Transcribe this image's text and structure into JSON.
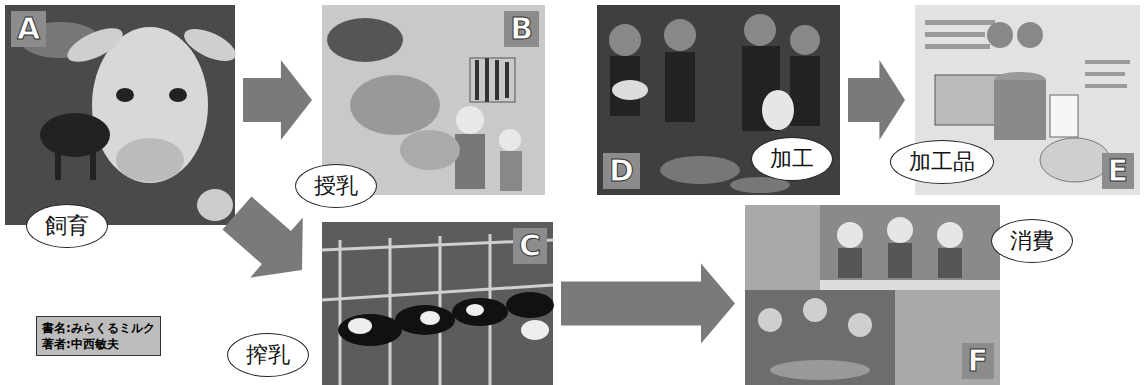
{
  "diagram": {
    "nodes": [
      {
        "text": [
          "A"
        ]
      },
      {
        "text": [
          "飼育"
        ]
      },
      {
        "text": [
          "B"
        ]
      },
      {
        "text": [
          "授乳"
        ]
      },
      {
        "text": [
          "C"
        ]
      },
      {
        "text": [
          "搾乳"
        ]
      },
      {
        "text": [
          "書名:みらくるミルク",
          "著者:中西敏夫"
        ]
      },
      {
        "text": [
          "D"
        ]
      },
      {
        "text": [
          "加工"
        ],
        "in": 7
      },
      {
        "text": [
          "E"
        ]
      },
      {
        "text": [
          "加工品"
        ]
      },
      {
        "text": [
          "F"
        ]
      },
      {
        "text": [
          "消費"
        ]
      }
    ],
    "edges": [
      {
        "from": 0,
        "to": 2,
        "arrow": "to"
      },
      {
        "from": 0,
        "to": 4,
        "arrow": "to"
      },
      {
        "from": 7,
        "to": 9,
        "arrow": "to"
      },
      {
        "from": 4,
        "to": 11,
        "arrow": "to"
      }
    ]
  }
}
